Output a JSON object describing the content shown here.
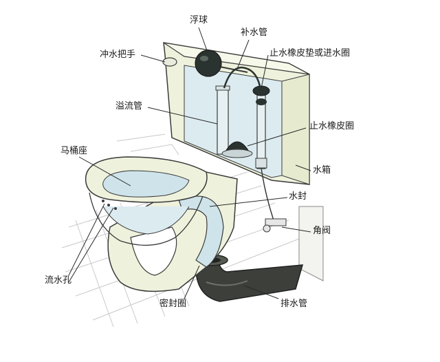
{
  "labels": {
    "float_ball": "浮球",
    "refill_tube": "补水管",
    "flush_handle": "冲水把手",
    "inlet_seal": "止水橡皮垫或进水圈",
    "overflow_tube": "溢流管",
    "flapper": "止水橡皮圈",
    "toilet_seat": "马桶座",
    "tank": "水箱",
    "water_seal": "水封",
    "angle_valve": "角阀",
    "rim_holes": "流水孔",
    "wax_ring": "密封圈",
    "drain_pipe": "排水管"
  },
  "colors": {
    "tank_fill": "#eef2dc",
    "water": "#cfe3ea",
    "outline": "#3a3a3a",
    "tile_line": "#c8c8c8",
    "dark_part": "#2b3330",
    "pipe": "#3c3f3a"
  }
}
